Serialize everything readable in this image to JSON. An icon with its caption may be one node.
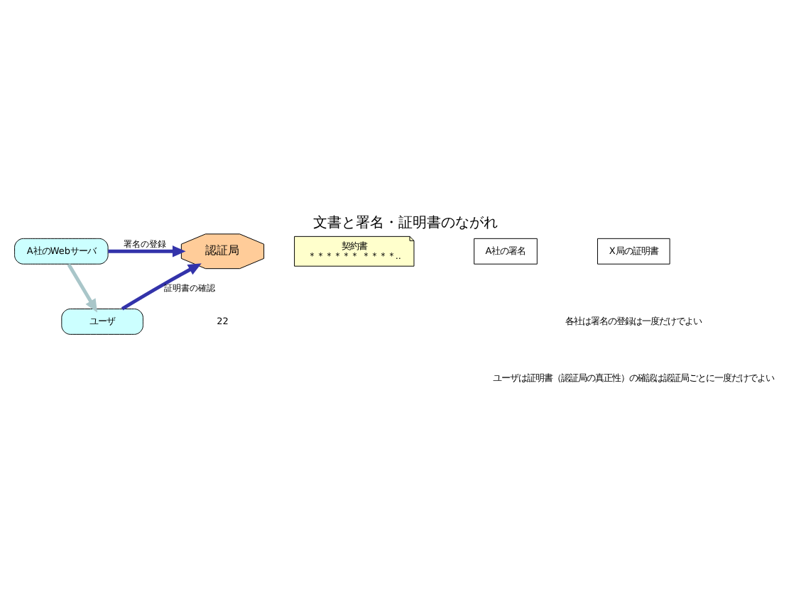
{
  "diagram": {
    "title": "文書と署名・証明書のながれ",
    "nodes": [
      {
        "text": [
          "A社のWebサーバ"
        ]
      },
      {
        "text": [
          "認証局"
        ]
      },
      {
        "text": [
          "契約書",
          "＊＊＊＊＊＊ ＊＊＊＊.."
        ]
      },
      {
        "text": [
          "A社の署名"
        ]
      },
      {
        "text": [
          "X局の証明書"
        ]
      },
      {
        "text": [
          "ユーザ"
        ]
      }
    ],
    "edges": [
      {
        "from": 0,
        "to": 1,
        "arrow": "to",
        "label": "署名の登録"
      },
      {
        "from": 0,
        "to": 5,
        "arrow": "to",
        "color": "#a9c6c9"
      },
      {
        "from": 5,
        "to": 1,
        "arrow": "to",
        "label": "証明書の確認"
      }
    ],
    "labels": [
      "22",
      "各社は署名の登録は一度だけでよい",
      "ユーザは証明書（認証局の真正性）の確認は認証局ごとに一度だけでよい"
    ]
  }
}
